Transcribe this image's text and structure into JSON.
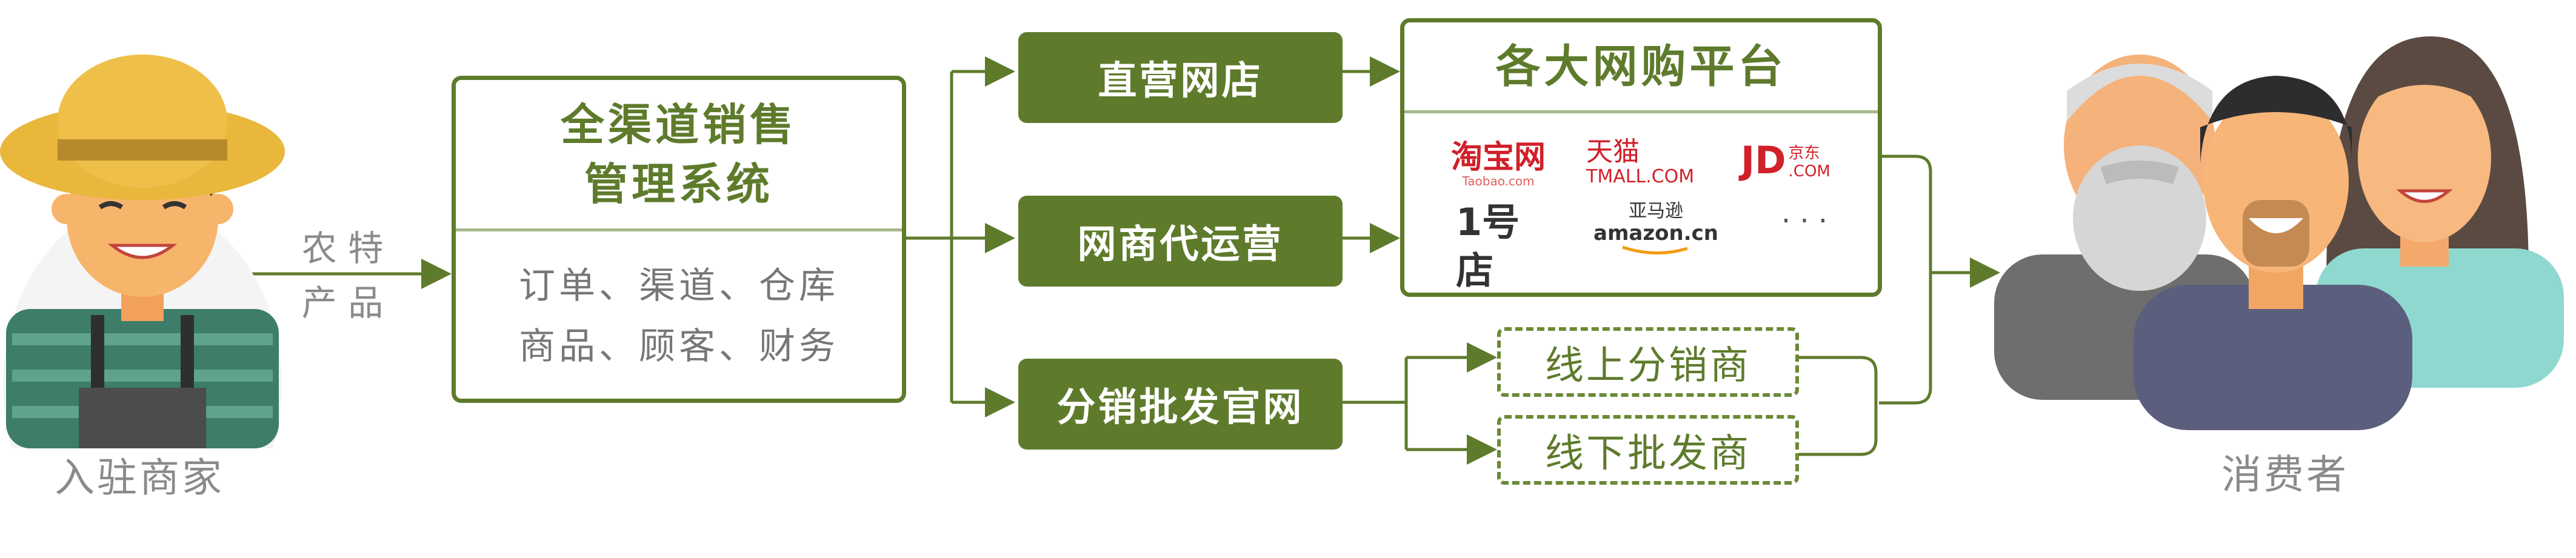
{
  "merchant": {
    "label": "入驻商家"
  },
  "product_label": {
    "line1": "农 特",
    "line2": "产 品"
  },
  "system": {
    "title_line1": "全渠道销售",
    "title_line2": "管理系统",
    "body_line1": "订单、渠道、仓库",
    "body_line2": "商品、顾客、财务"
  },
  "channels": {
    "direct": "直营网店",
    "operated": "网商代运营",
    "wholesale": "分销批发官网"
  },
  "platforms": {
    "title": "各大网购平台",
    "taobao_main": "淘宝网",
    "taobao_sub": "Taobao.com",
    "tmall_main": "天猫",
    "tmall_sub": "TMALL.COM",
    "jd_main": "JD",
    "jd_cn": "京东",
    "jd_sub": ".COM",
    "yhd": "1号店",
    "amazon_cn": "亚马逊",
    "amazon_en": "amazon.cn",
    "more": "· · ·"
  },
  "resellers": {
    "online": "线上分销商",
    "offline": "线下批发商"
  },
  "consumers": {
    "label": "消费者"
  },
  "colors": {
    "green": "#5e7b2c",
    "gray": "#8a8a8a",
    "red": "#d0202a"
  }
}
